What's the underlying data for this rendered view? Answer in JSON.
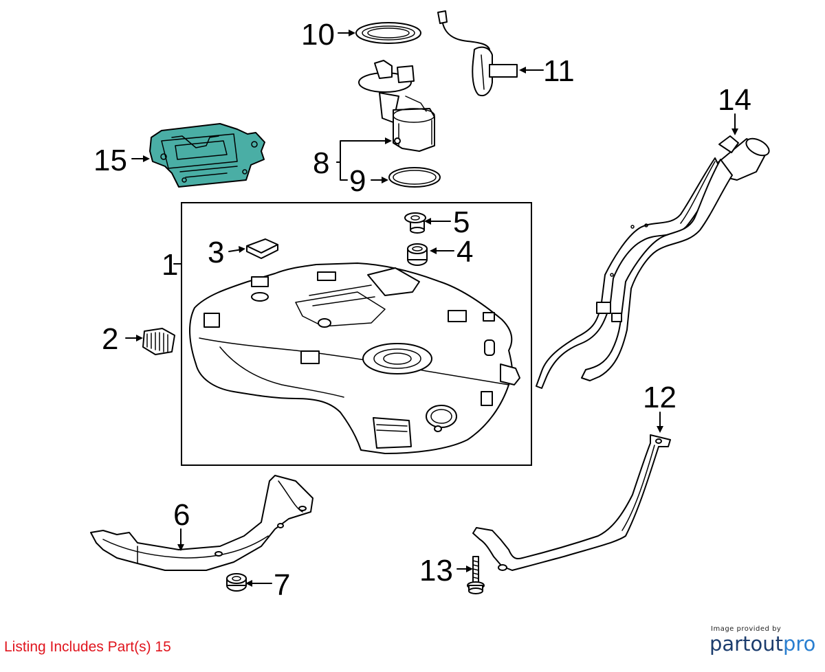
{
  "diagram": {
    "callouts": [
      "1",
      "2",
      "3",
      "4",
      "5",
      "6",
      "7",
      "8",
      "9",
      "10",
      "11",
      "12",
      "13",
      "14",
      "15"
    ],
    "highlighted_part": "15",
    "colors": {
      "highlight": "#4aaea5",
      "line": "#000000",
      "footer_text": "#e0141d",
      "brand_dark": "#1c3d6e",
      "brand_accent": "#2a7fd0"
    }
  },
  "footer": {
    "listing_text": "Listing Includes Part(s) 15"
  },
  "credit": {
    "small_text": "Image provided by",
    "brand_main": "partout",
    "brand_accent": "pro"
  }
}
